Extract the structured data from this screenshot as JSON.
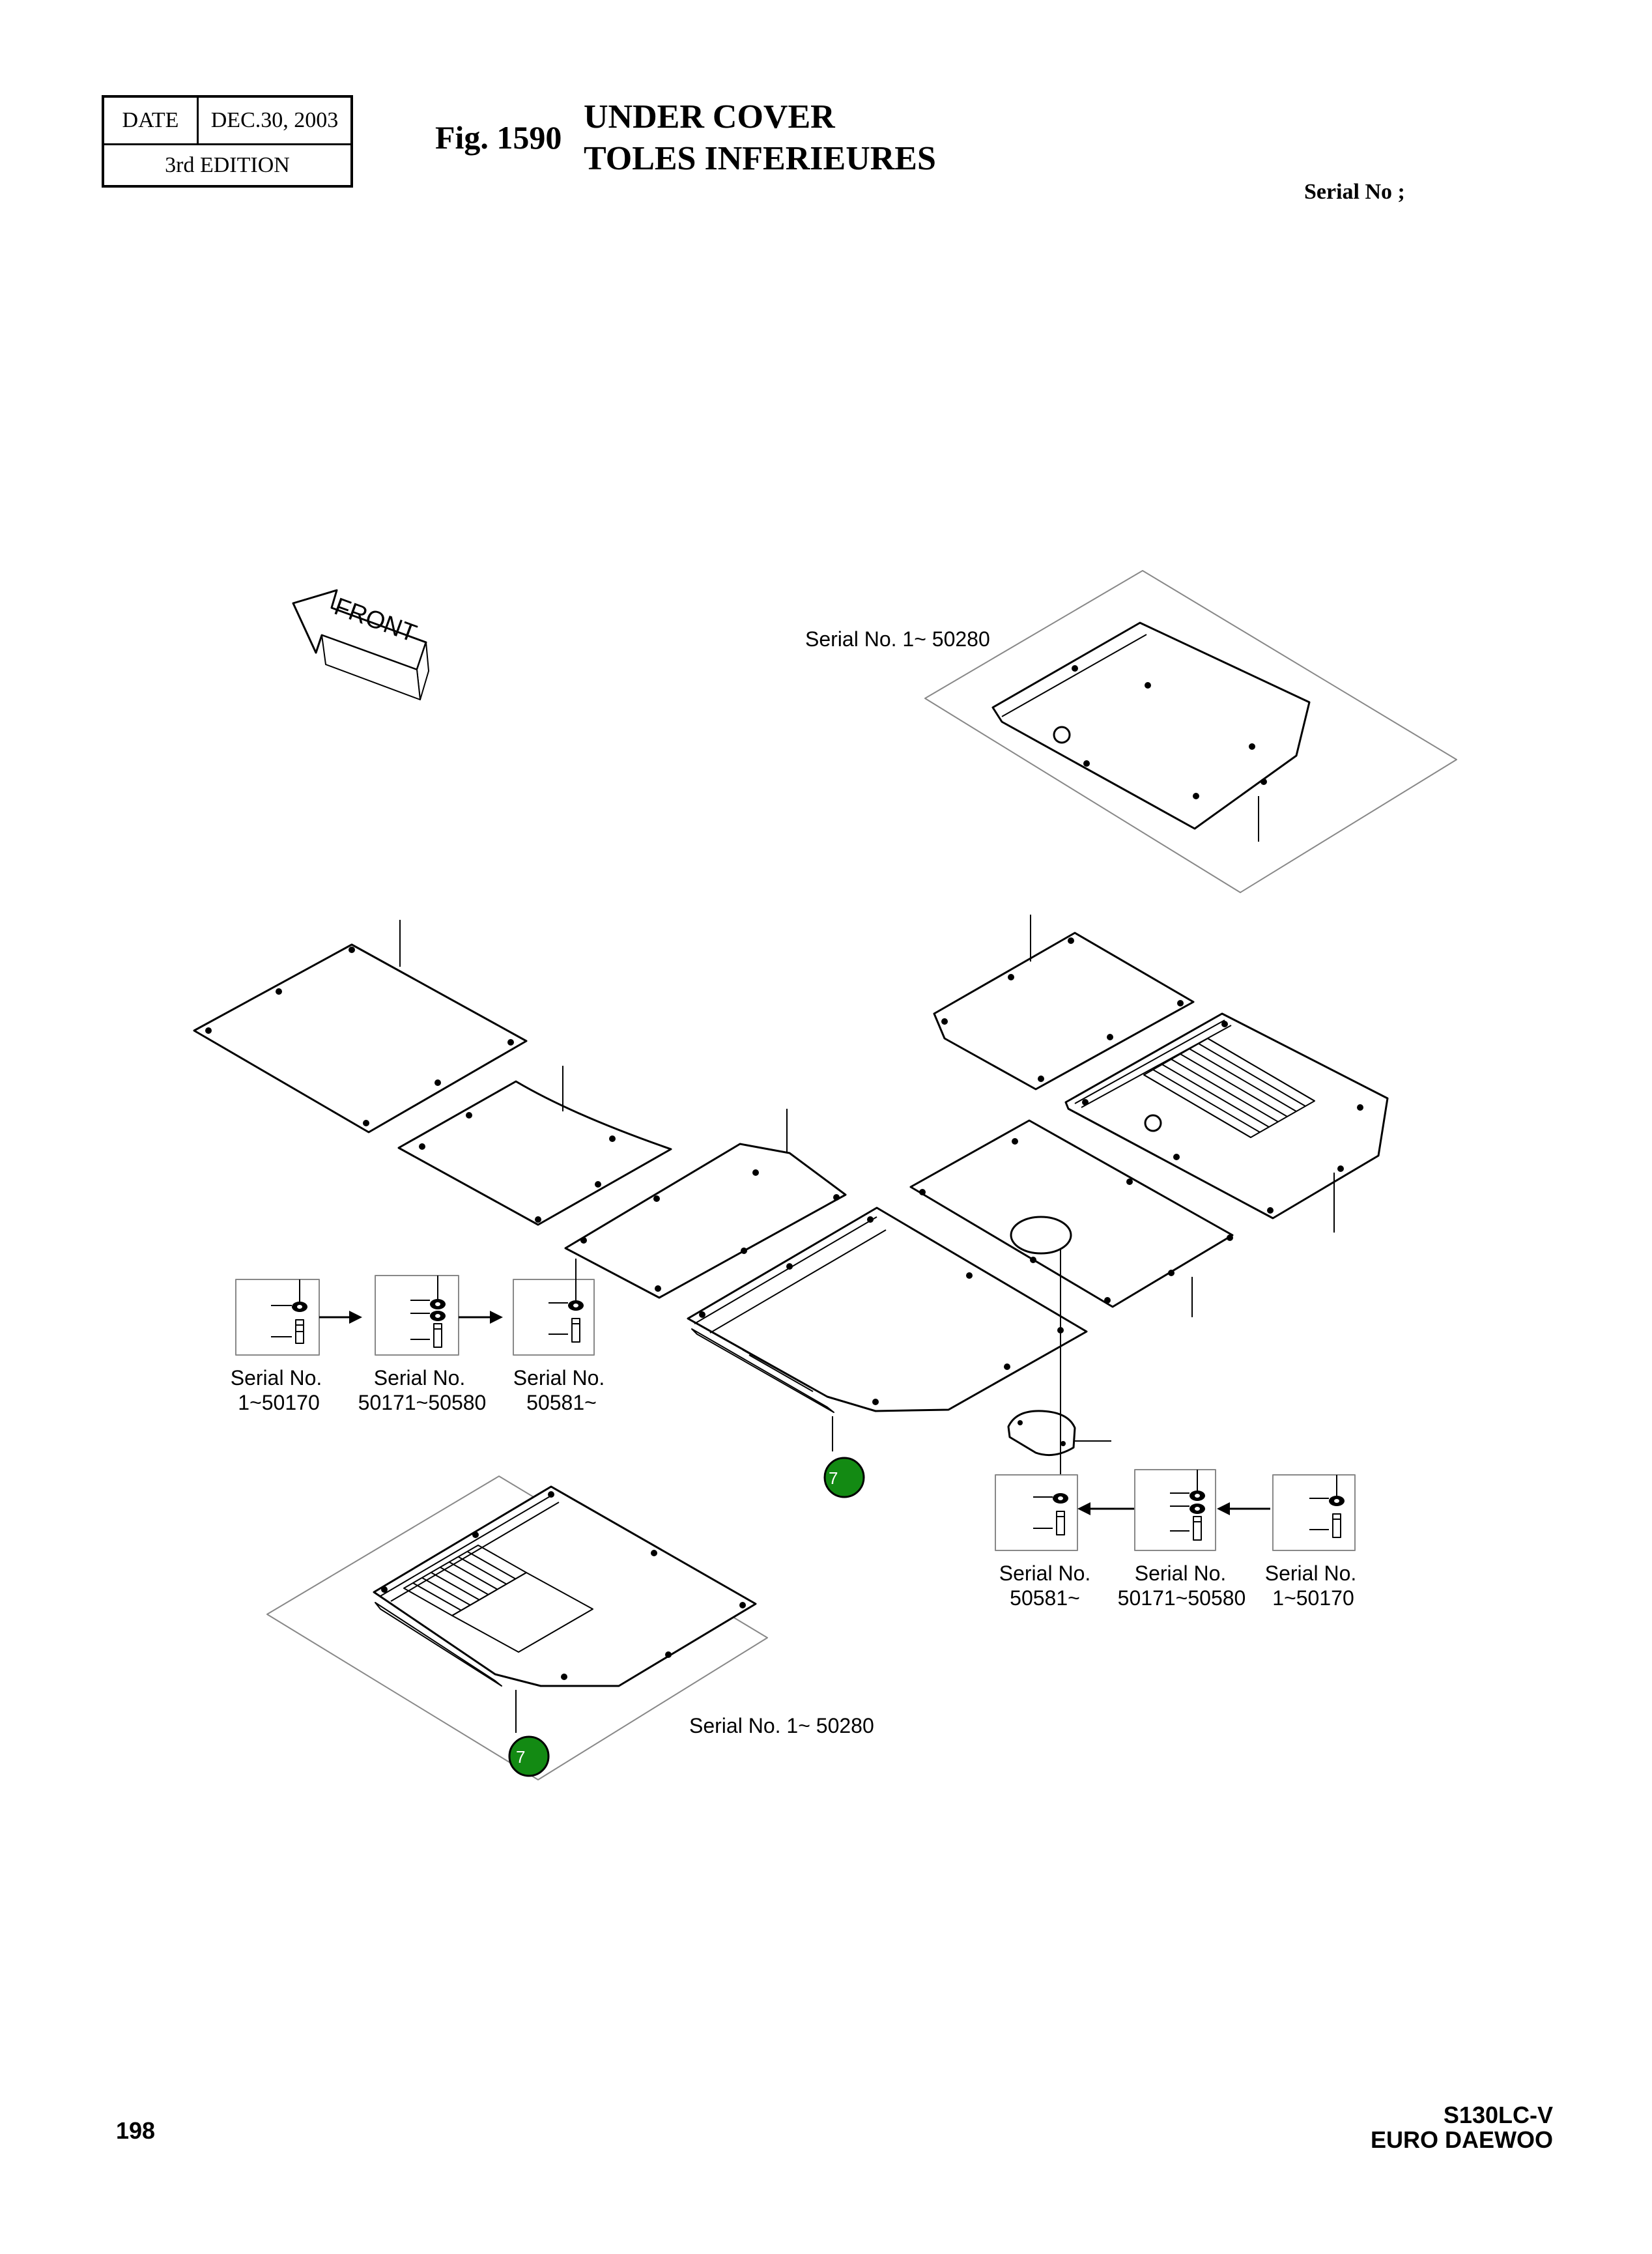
{
  "header": {
    "date_label": "DATE",
    "date_value": "DEC.30, 2003",
    "edition": "3rd EDITION",
    "fig_number": "Fig. 1590",
    "title_en": "UNDER COVER",
    "title_fr": "TOLES INFERIEURES",
    "serial_label": "Serial No ;"
  },
  "diagram": {
    "front_arrow_label": "FRONT",
    "upper_variant_label": "Serial No. 1~ 50280",
    "lower_variant_label": "Serial No. 1~ 50280",
    "left_sequence": [
      {
        "line1": "Serial No.",
        "line2": "1~50170"
      },
      {
        "line1": "Serial No.",
        "line2": "50171~50580"
      },
      {
        "line1": "Serial No.",
        "line2": "50581~"
      }
    ],
    "right_sequence": [
      {
        "line1": "Serial No.",
        "line2": "50581~"
      },
      {
        "line1": "Serial No.",
        "line2": "50171~50580"
      },
      {
        "line1": "Serial No.",
        "line2": "1~50170"
      }
    ],
    "callouts": [
      {
        "number": "7",
        "color": "#138a13"
      },
      {
        "number": "7",
        "color": "#138a13"
      }
    ]
  },
  "footer": {
    "page_number": "198",
    "model_line1": "S130LC-V",
    "model_line2": "EURO DAEWOO"
  }
}
